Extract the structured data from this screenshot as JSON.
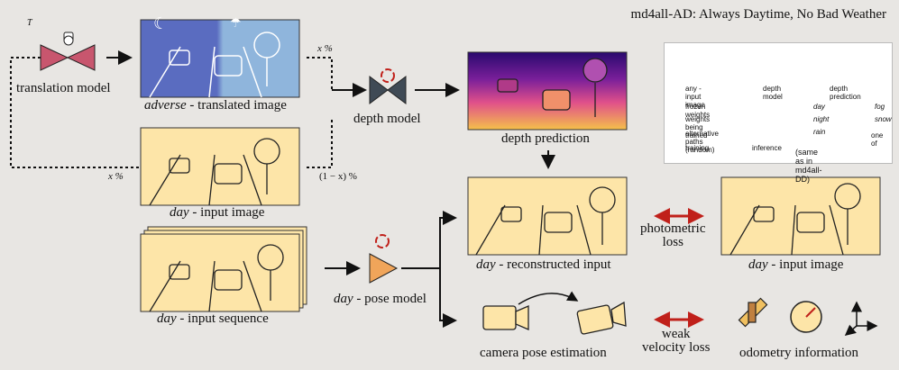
{
  "title": "md4all-AD: Always Daytime, No Bad Weather",
  "labels": {
    "translation_model": "translation model",
    "t_symbol": "T",
    "adverse_italic": "adverse",
    "adverse_rest": " - translated image",
    "depth_model": "depth model",
    "depth_prediction": "depth prediction",
    "day_italic": "day",
    "day_input_rest": " - input image",
    "day_sequence_rest": " - input sequence",
    "pose_model_rest": " - pose model",
    "reconstructed_rest": " - reconstructed input",
    "day_input2_rest": " - input image",
    "photometric_loss": "photometric\nloss",
    "weak_velocity_loss": "weak\nvelocity loss",
    "camera_pose_estimation": "camera pose estimation",
    "odometry_information": "odometry information",
    "x_pct_top": "x %",
    "x_pct_left": "x %",
    "one_minus_x": "(1 − x) %"
  },
  "legend": {
    "any_input": "any - input image",
    "depth_model": "depth model",
    "depth_prediction": "depth prediction",
    "frozen_weights": "frozen weights",
    "weights_trained": "weights being trained",
    "alt_paths": "alternative paths (random)",
    "training": "training",
    "inference": "inference",
    "day": "day",
    "night": "night",
    "rain": "rain",
    "fog": "fog",
    "snow": "snow",
    "one_of": "one of",
    "same_as": "(same as in md4all-DD)"
  },
  "colors": {
    "day_bg": "#fde5a8",
    "night_bg": "#5a6cc0",
    "rain_bg": "#8fb5dc",
    "model_pink": "#c8566e",
    "model_gray": "#3f4a55",
    "pose_orange": "#f0a55a",
    "arrow_red": "#c0201a"
  }
}
